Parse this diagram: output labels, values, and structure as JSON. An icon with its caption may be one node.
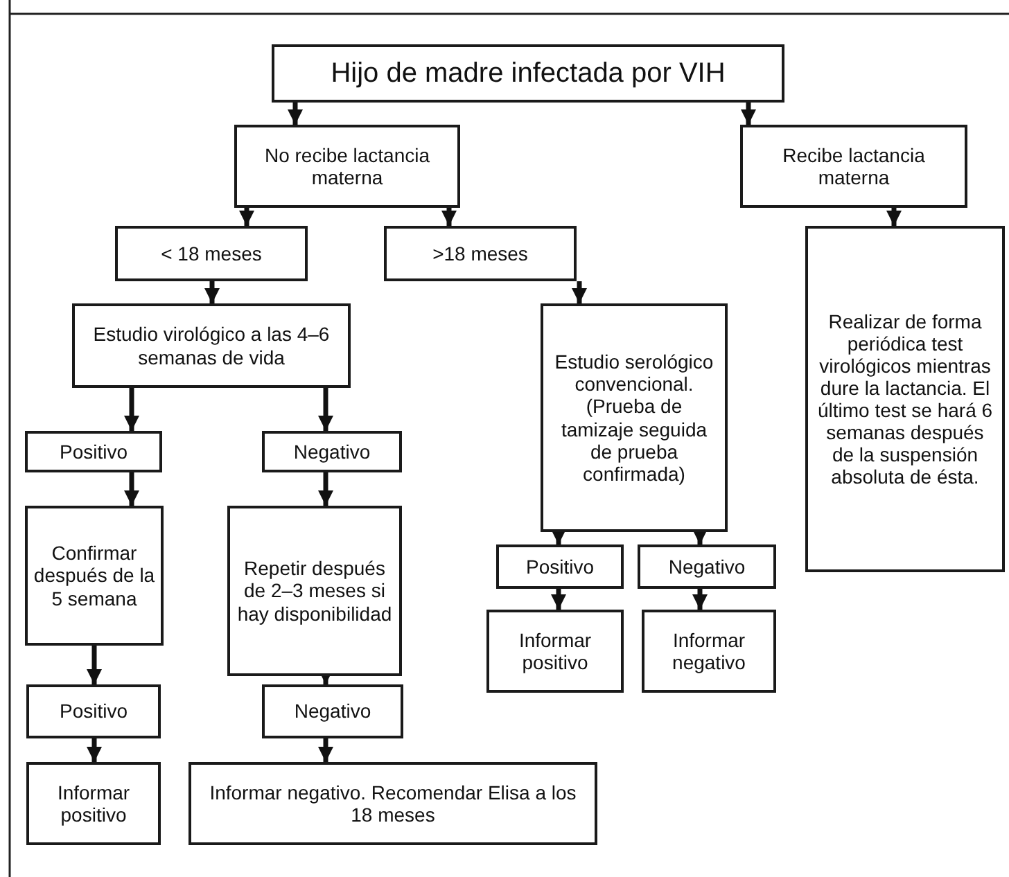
{
  "diagram": {
    "nodes": [
      {
        "text": [
          "Hijo de madre infectada por VIH"
        ]
      },
      {
        "text": [
          "No recibe lactancia materna"
        ]
      },
      {
        "text": [
          "Recibe lactancia materna"
        ]
      },
      {
        "text": [
          "< 18 meses"
        ]
      },
      {
        "text": [
          ">18 meses"
        ]
      },
      {
        "text": [
          "Realizar de forma periódica test virológicos mientras dure la lactancia. El último test se hará 6 semanas después de la suspensión absoluta de ésta."
        ]
      },
      {
        "text": [
          "Estudio virológico a las 4–6 semanas de vida"
        ]
      },
      {
        "text": [
          "Estudio serológico convencional. (Prueba de tamizaje seguida de prueba confirmada)"
        ]
      },
      {
        "text": [
          "Positivo"
        ]
      },
      {
        "text": [
          "Negativo"
        ]
      },
      {
        "text": [
          "Confirmar después de la 5 semana"
        ]
      },
      {
        "text": [
          "Repetir después de 2–3 meses si hay disponibilidad"
        ]
      },
      {
        "text": [
          "Positivo"
        ]
      },
      {
        "text": [
          "Negativo"
        ]
      },
      {
        "text": [
          "Informar positivo"
        ]
      },
      {
        "text": [
          "Informar negativo"
        ]
      },
      {
        "text": [
          "Positivo"
        ]
      },
      {
        "text": [
          "Negativo"
        ]
      },
      {
        "text": [
          "Informar positivo"
        ]
      },
      {
        "text": [
          "Informar negativo. Recomendar Elisa a los 18 meses"
        ]
      }
    ],
    "edges": [
      {
        "from": 0,
        "to": 1,
        "arrow": "to"
      },
      {
        "from": 0,
        "to": 2,
        "arrow": "to"
      },
      {
        "from": 1,
        "to": 3,
        "arrow": "to"
      },
      {
        "from": 1,
        "to": 4,
        "arrow": "to"
      },
      {
        "from": 2,
        "to": 5,
        "arrow": "to"
      },
      {
        "from": 3,
        "to": 6,
        "arrow": "to"
      },
      {
        "from": 4,
        "to": 7,
        "arrow": "to"
      },
      {
        "from": 6,
        "to": 8,
        "arrow": "to"
      },
      {
        "from": 6,
        "to": 9,
        "arrow": "to"
      },
      {
        "from": 8,
        "to": 10,
        "arrow": "to"
      },
      {
        "from": 9,
        "to": 11,
        "arrow": "to"
      },
      {
        "from": 7,
        "to": 12,
        "arrow": "to"
      },
      {
        "from": 7,
        "to": 13,
        "arrow": "to"
      },
      {
        "from": 12,
        "to": 14,
        "arrow": "to"
      },
      {
        "from": 13,
        "to": 15,
        "arrow": "to"
      },
      {
        "from": 10,
        "to": 16,
        "arrow": "to"
      },
      {
        "from": 11,
        "to": 17,
        "arrow": "to"
      },
      {
        "from": 16,
        "to": 18,
        "arrow": "to"
      },
      {
        "from": 17,
        "to": 19,
        "arrow": "to"
      }
    ]
  }
}
